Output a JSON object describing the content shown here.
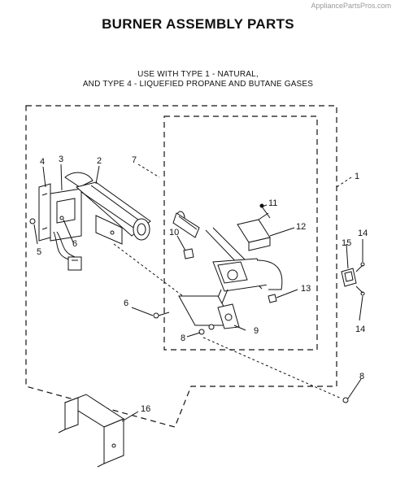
{
  "watermark": "AppliancePartsPros.com",
  "title": "BURNER ASSEMBLY PARTS",
  "subtitle_line1": "USE WITH TYPE 1 - NATURAL,",
  "subtitle_line2": "AND TYPE 4 - LIQUEFIED PROPANE AND BUTANE GASES",
  "callouts": {
    "c1": "1",
    "c2": "2",
    "c3": "3",
    "c4": "4",
    "c5": "5",
    "c6a": "6",
    "c6b": "6",
    "c7": "7",
    "c8a": "8",
    "c8b": "8",
    "c9": "9",
    "c10": "10",
    "c11": "11",
    "c12": "12",
    "c13": "13",
    "c14a": "14",
    "c14b": "14",
    "c15": "15",
    "c16": "16"
  },
  "colors": {
    "ink": "#111111",
    "watermark": "#9a9a9a"
  }
}
